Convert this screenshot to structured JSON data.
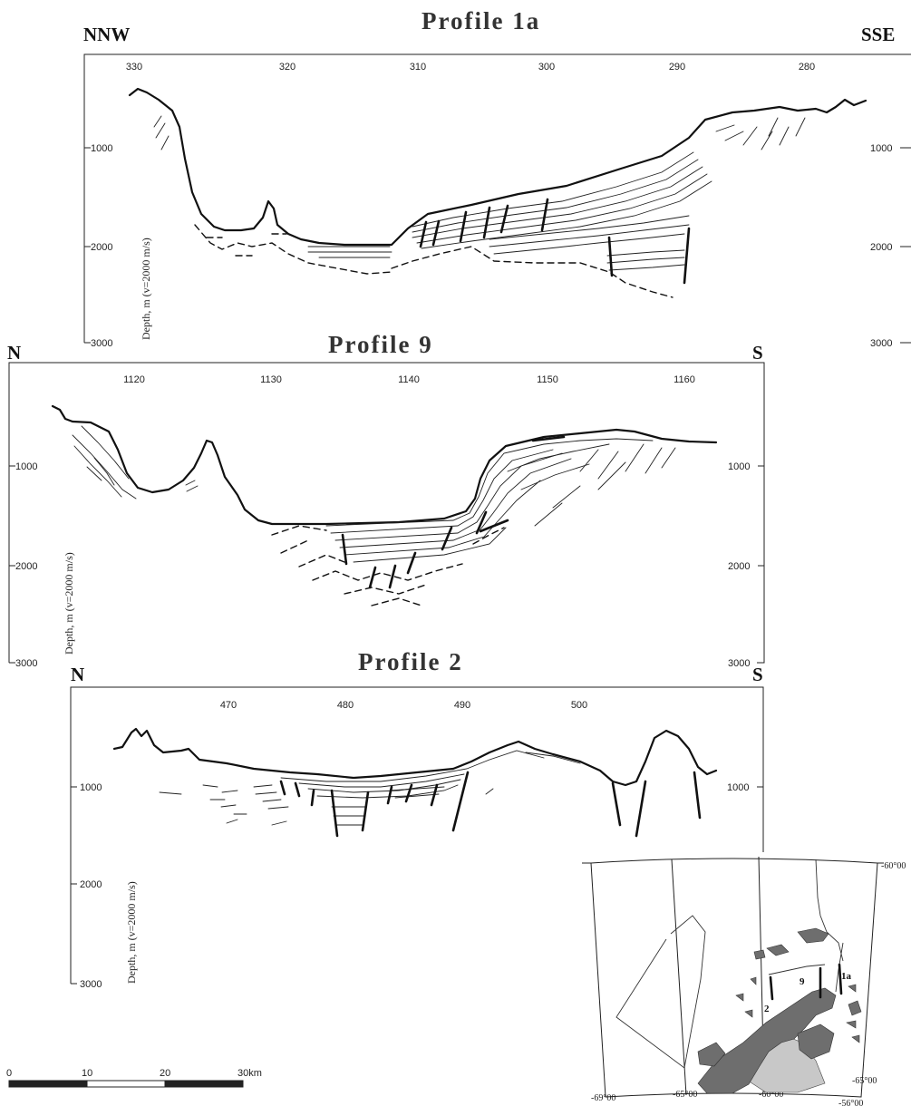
{
  "profiles": [
    {
      "id": "1a",
      "title": "Profile   1a",
      "dir_left": "NNW",
      "dir_right": "SSE",
      "x_ticks": [
        "330",
        "320",
        "310",
        "300",
        "290",
        "280"
      ],
      "y_ticks_left": [
        "1000",
        "2000",
        "3000"
      ],
      "y_ticks_right": [
        "1000",
        "2000",
        "3000"
      ],
      "ylabel": "Depth, m (v=2000 m/s)"
    },
    {
      "id": "9",
      "title": "Profile  9",
      "dir_left": "N",
      "dir_right": "S",
      "x_ticks": [
        "1120",
        "1130",
        "1140",
        "1150",
        "1160"
      ],
      "y_ticks_left": [
        "1000",
        "2000",
        "3000"
      ],
      "y_ticks_right": [
        "1000",
        "2000",
        "3000"
      ],
      "ylabel": "Depth, m (v=2000 m/s)"
    },
    {
      "id": "2",
      "title": "Profile  2",
      "dir_left": "N",
      "dir_right": "S",
      "x_ticks": [
        "470",
        "480",
        "490",
        "500"
      ],
      "y_ticks_left": [
        "1000",
        "2000",
        "3000"
      ],
      "y_ticks_right": [
        "1000"
      ],
      "ylabel": "Depth, m (v=2000 m/s)"
    }
  ],
  "scale_bar": {
    "labels": [
      "0",
      "10",
      "20",
      "30km"
    ]
  },
  "map": {
    "lat_labels": [
      "-60°00",
      "-65°00"
    ],
    "lon_labels": [
      "-69°00",
      "-65°00",
      "-60°00",
      "-56°00"
    ],
    "track_labels": [
      "1a",
      "9",
      "2"
    ],
    "colors": {
      "land_dark": "#6e6e6e",
      "land_light": "#c8c8c8"
    }
  }
}
